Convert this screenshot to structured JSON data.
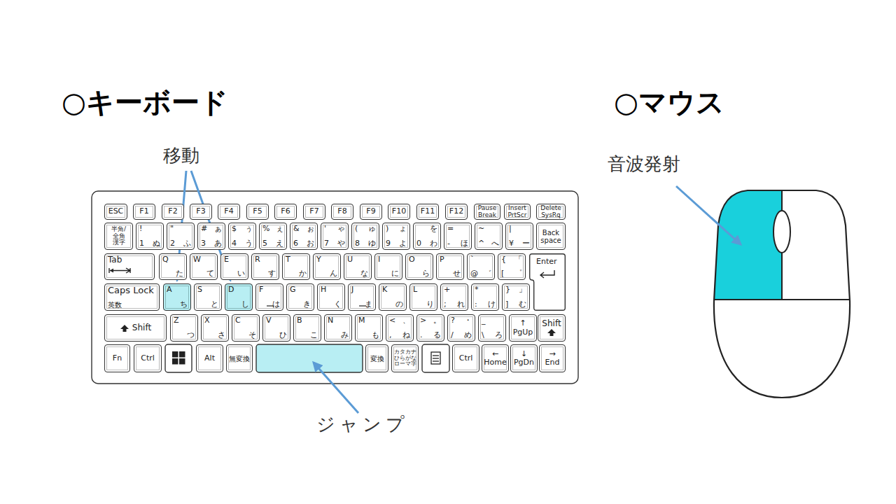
{
  "diagram": {
    "nodes": [
      {
        "text": [
          "ESC"
        ]
      },
      {
        "text": [
          "F1"
        ]
      },
      {
        "text": [
          "F2"
        ]
      },
      {
        "text": [
          "F3"
        ]
      },
      {
        "text": [
          "F4"
        ]
      },
      {
        "text": [
          "F5"
        ]
      },
      {
        "text": [
          "F6"
        ]
      },
      {
        "text": [
          "F7"
        ]
      },
      {
        "text": [
          "F8"
        ]
      },
      {
        "text": [
          "F9"
        ]
      },
      {
        "text": [
          "F10"
        ]
      },
      {
        "text": [
          "F11"
        ]
      },
      {
        "text": [
          "F12"
        ]
      },
      {
        "text": [
          "Pause Break"
        ]
      },
      {
        "text": [
          "Insert PrtScr"
        ]
      },
      {
        "text": [
          "Delete SysRq"
        ]
      },
      {
        "text": [
          "半角/",
          "全角",
          "漢字"
        ]
      },
      {
        "text": [
          "!",
          "1",
          "ぬ"
        ]
      },
      {
        "text": [
          "\"",
          "2",
          "ふ"
        ]
      },
      {
        "text": [
          "#",
          "ぁ",
          "3",
          "あ"
        ]
      },
      {
        "text": [
          "$",
          "ぅ",
          "4",
          "う"
        ]
      },
      {
        "text": [
          "%",
          "ぇ",
          "5",
          "え"
        ]
      },
      {
        "text": [
          "&",
          "ぉ",
          "6",
          "お"
        ]
      },
      {
        "text": [
          "'",
          "ゃ",
          "7",
          "や"
        ]
      },
      {
        "text": [
          "(",
          "ゅ",
          "8",
          "ゆ"
        ]
      },
      {
        "text": [
          ")",
          "ょ",
          "9",
          "よ"
        ]
      },
      {
        "text": [
          "を",
          "0",
          "わ"
        ]
      },
      {
        "text": [
          "=",
          "-",
          "ほ"
        ]
      },
      {
        "text": [
          "~",
          "^",
          "へ"
        ]
      },
      {
        "text": [
          "|",
          "¥",
          "ー"
        ]
      },
      {
        "text": [
          "Back space"
        ]
      },
      {
        "text": [
          "Tab"
        ]
      },
      {
        "text": [
          "Q",
          "た"
        ]
      },
      {
        "text": [
          "W",
          "て"
        ]
      },
      {
        "text": [
          "E",
          "い"
        ]
      },
      {
        "text": [
          "R",
          "す"
        ]
      },
      {
        "text": [
          "T",
          "か"
        ]
      },
      {
        "text": [
          "Y",
          "ん"
        ]
      },
      {
        "text": [
          "U",
          "な"
        ]
      },
      {
        "text": [
          "I",
          "に"
        ]
      },
      {
        "text": [
          "O",
          "ら"
        ]
      },
      {
        "text": [
          "P",
          "せ"
        ]
      },
      {
        "text": [
          "`",
          "@",
          "゛"
        ]
      },
      {
        "text": [
          "{",
          "「",
          "[",
          "゜"
        ]
      },
      {
        "text": [
          "Enter"
        ]
      },
      {
        "text": [
          "Caps Lock",
          "英数"
        ]
      },
      {
        "text": [
          "A",
          "ち"
        ]
      },
      {
        "text": [
          "S",
          "と"
        ]
      },
      {
        "text": [
          "D",
          "し"
        ]
      },
      {
        "text": [
          "F",
          "は"
        ]
      },
      {
        "text": [
          "G",
          "き"
        ]
      },
      {
        "text": [
          "H",
          "く"
        ]
      },
      {
        "text": [
          "J",
          "ま"
        ]
      },
      {
        "text": [
          "K",
          "の"
        ]
      },
      {
        "text": [
          "L",
          "り"
        ]
      },
      {
        "text": [
          "+",
          ";",
          "れ"
        ]
      },
      {
        "text": [
          "*",
          ":",
          "け"
        ]
      },
      {
        "text": [
          "}",
          "」",
          "]",
          "む"
        ]
      },
      {
        "text": [
          "Shift"
        ]
      },
      {
        "text": [
          "Z",
          "つ"
        ]
      },
      {
        "text": [
          "X",
          "さ"
        ]
      },
      {
        "text": [
          "C",
          "そ"
        ]
      },
      {
        "text": [
          "V",
          "ひ"
        ]
      },
      {
        "text": [
          "B",
          "こ"
        ]
      },
      {
        "text": [
          "N",
          "み"
        ]
      },
      {
        "text": [
          "M",
          "も"
        ]
      },
      {
        "text": [
          "<",
          "、",
          ",",
          "ね"
        ]
      },
      {
        "text": [
          ">",
          "。",
          ".",
          "る"
        ]
      },
      {
        "text": [
          "?",
          "・",
          "/",
          "め"
        ]
      },
      {
        "text": [
          "_",
          "\\",
          "ろ"
        ]
      },
      {
        "text": [
          "↑",
          "PgUp"
        ]
      },
      {
        "text": [
          "Shift"
        ]
      },
      {
        "text": [
          "Fn"
        ]
      },
      {
        "text": [
          "Ctrl"
        ]
      },
      {
        "text": [
          "Alt"
        ]
      },
      {
        "text": [
          "無変換"
        ]
      },
      {
        "text": [
          "変換"
        ]
      },
      {
        "text": [
          "カタカナ",
          "ひらがな",
          "ローマ字"
        ]
      },
      {
        "text": [
          "Ctrl"
        ]
      },
      {
        "text": [
          "←",
          "Home"
        ]
      },
      {
        "text": [
          "↓",
          "PgDn"
        ]
      },
      {
        "text": [
          "→",
          "End"
        ]
      }
    ],
    "labels": [
      "○キーボード",
      "○マウス",
      "移動",
      "音波発射",
      "ジャンプ"
    ]
  }
}
